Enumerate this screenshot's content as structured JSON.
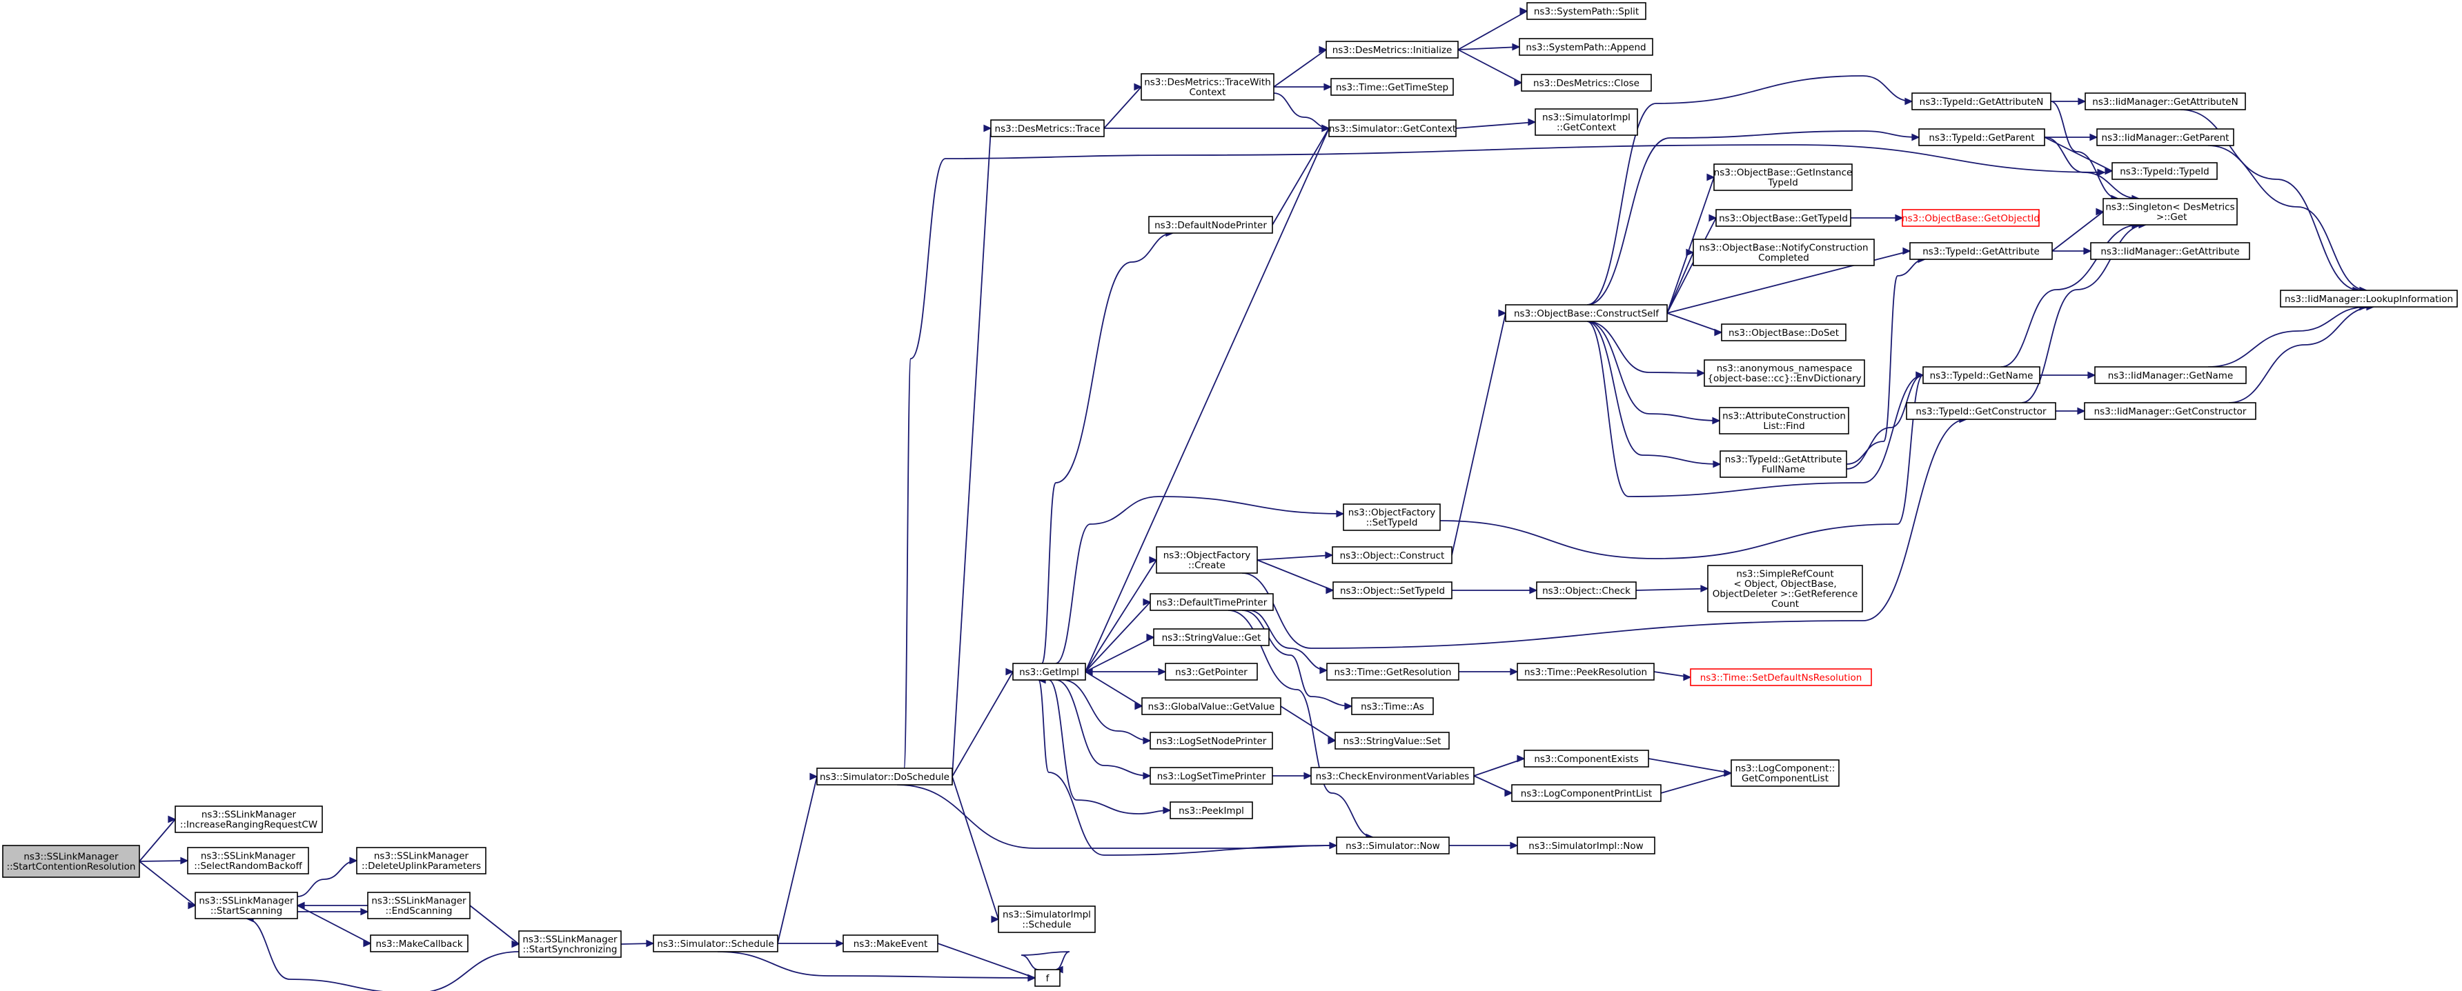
{
  "graph": {
    "edge_color": "#191970",
    "root_fill": "#bfbfbf",
    "error_color": "#ff0000",
    "nodes": [
      {
        "id": "root",
        "label": "ns3::SSLinkManager ::StartContentionResolution",
        "lines": [
          "ns3::SSLinkManager",
          "::StartContentionResolution"
        ],
        "root": true
      },
      {
        "id": "incRanging",
        "label": "ns3::SSLinkManager ::IncreaseRangingRequestCW",
        "lines": [
          "ns3::SSLinkManager",
          "::IncreaseRangingRequestCW"
        ]
      },
      {
        "id": "selRandom",
        "label": "ns3::SSLinkManager ::SelectRandomBackoff",
        "lines": [
          "ns3::SSLinkManager",
          "::SelectRandomBackoff"
        ]
      },
      {
        "id": "startScan",
        "label": "ns3::SSLinkManager ::StartScanning",
        "lines": [
          "ns3::SSLinkManager",
          "::StartScanning"
        ]
      },
      {
        "id": "delUplink",
        "label": "ns3::SSLinkManager ::DeleteUplinkParameters",
        "lines": [
          "ns3::SSLinkManager",
          "::DeleteUplinkParameters"
        ]
      },
      {
        "id": "endScan",
        "label": "ns3::SSLinkManager ::EndScanning",
        "lines": [
          "ns3::SSLinkManager",
          "::EndScanning"
        ]
      },
      {
        "id": "makeCb",
        "label": "ns3::MakeCallback",
        "lines": [
          "ns3::MakeCallback"
        ]
      },
      {
        "id": "startSync",
        "label": "ns3::SSLinkManager ::StartSynchronizing",
        "lines": [
          "ns3::SSLinkManager",
          "::StartSynchronizing"
        ]
      },
      {
        "id": "simSchedule",
        "label": "ns3::Simulator::Schedule",
        "lines": [
          "ns3::Simulator::Schedule"
        ]
      },
      {
        "id": "simDoSchedule",
        "label": "ns3::Simulator::DoSchedule",
        "lines": [
          "ns3::Simulator::DoSchedule"
        ]
      },
      {
        "id": "makeEvent",
        "label": "ns3::MakeEvent",
        "lines": [
          "ns3::MakeEvent"
        ]
      },
      {
        "id": "f",
        "label": "f",
        "lines": [
          "f"
        ]
      },
      {
        "id": "simImplSchedule",
        "label": "ns3::SimulatorImpl ::Schedule",
        "lines": [
          "ns3::SimulatorImpl",
          "::Schedule"
        ]
      },
      {
        "id": "desTrace",
        "label": "ns3::DesMetrics::Trace",
        "lines": [
          "ns3::DesMetrics::Trace"
        ]
      },
      {
        "id": "getImpl",
        "label": "ns3::GetImpl",
        "lines": [
          "ns3::GetImpl"
        ]
      },
      {
        "id": "defNodePrinter",
        "label": "ns3::DefaultNodePrinter",
        "lines": [
          "ns3::DefaultNodePrinter"
        ]
      },
      {
        "id": "objFactCreate",
        "label": "ns3::ObjectFactory ::Create",
        "lines": [
          "ns3::ObjectFactory",
          "::Create"
        ]
      },
      {
        "id": "defTimePrinter",
        "label": "ns3::DefaultTimePrinter",
        "lines": [
          "ns3::DefaultTimePrinter"
        ]
      },
      {
        "id": "strValGet",
        "label": "ns3::StringValue::Get",
        "lines": [
          "ns3::StringValue::Get"
        ]
      },
      {
        "id": "getPointer",
        "label": "ns3::GetPointer",
        "lines": [
          "ns3::GetPointer"
        ]
      },
      {
        "id": "globValGet",
        "label": "ns3::GlobalValue::GetValue",
        "lines": [
          "ns3::GlobalValue::GetValue"
        ]
      },
      {
        "id": "logSetNode",
        "label": "ns3::LogSetNodePrinter",
        "lines": [
          "ns3::LogSetNodePrinter"
        ]
      },
      {
        "id": "logSetTime",
        "label": "ns3::LogSetTimePrinter",
        "lines": [
          "ns3::LogSetTimePrinter"
        ]
      },
      {
        "id": "peekImpl",
        "label": "ns3::PeekImpl",
        "lines": [
          "ns3::PeekImpl"
        ]
      },
      {
        "id": "desTraceCtx",
        "label": "ns3::DesMetrics::TraceWith Context",
        "lines": [
          "ns3::DesMetrics::TraceWith",
          "Context"
        ]
      },
      {
        "id": "desInit",
        "label": "ns3::DesMetrics::Initialize",
        "lines": [
          "ns3::DesMetrics::Initialize"
        ]
      },
      {
        "id": "timeStep",
        "label": "ns3::Time::GetTimeStep",
        "lines": [
          "ns3::Time::GetTimeStep"
        ]
      },
      {
        "id": "simGetCtx",
        "label": "ns3::Simulator::GetContext",
        "lines": [
          "ns3::Simulator::GetContext"
        ]
      },
      {
        "id": "objFactSetType",
        "label": "ns3::ObjectFactory ::SetTypeId",
        "lines": [
          "ns3::ObjectFactory",
          "::SetTypeId"
        ]
      },
      {
        "id": "objConstruct",
        "label": "ns3::Object::Construct",
        "lines": [
          "ns3::Object::Construct"
        ]
      },
      {
        "id": "objSetType",
        "label": "ns3::Object::SetTypeId",
        "lines": [
          "ns3::Object::SetTypeId"
        ]
      },
      {
        "id": "timeGetRes",
        "label": "ns3::Time::GetResolution",
        "lines": [
          "ns3::Time::GetResolution"
        ]
      },
      {
        "id": "timeAs",
        "label": "ns3::Time::As",
        "lines": [
          "ns3::Time::As"
        ]
      },
      {
        "id": "strValSet",
        "label": "ns3::StringValue::Set",
        "lines": [
          "ns3::StringValue::Set"
        ]
      },
      {
        "id": "checkEnv",
        "label": "ns3::CheckEnvironmentVariables",
        "lines": [
          "ns3::CheckEnvironmentVariables"
        ]
      },
      {
        "id": "simNow",
        "label": "ns3::Simulator::Now",
        "lines": [
          "ns3::Simulator::Now"
        ]
      },
      {
        "id": "sysSplit",
        "label": "ns3::SystemPath::Split",
        "lines": [
          "ns3::SystemPath::Split"
        ]
      },
      {
        "id": "sysAppend",
        "label": "ns3::SystemPath::Append",
        "lines": [
          "ns3::SystemPath::Append"
        ]
      },
      {
        "id": "desClose",
        "label": "ns3::DesMetrics::Close",
        "lines": [
          "ns3::DesMetrics::Close"
        ]
      },
      {
        "id": "simImplGetCtx",
        "label": "ns3::SimulatorImpl ::GetContext",
        "lines": [
          "ns3::SimulatorImpl",
          "::GetContext"
        ]
      },
      {
        "id": "objBaseConstruct",
        "label": "ns3::ObjectBase::ConstructSelf",
        "lines": [
          "ns3::ObjectBase::ConstructSelf"
        ]
      },
      {
        "id": "objCheck",
        "label": "ns3::Object::Check",
        "lines": [
          "ns3::Object::Check"
        ]
      },
      {
        "id": "timePeekRes",
        "label": "ns3::Time::PeekResolution",
        "lines": [
          "ns3::Time::PeekResolution"
        ]
      },
      {
        "id": "compExists",
        "label": "ns3::ComponentExists",
        "lines": [
          "ns3::ComponentExists"
        ]
      },
      {
        "id": "logCompPrint",
        "label": "ns3::LogComponentPrintList",
        "lines": [
          "ns3::LogComponentPrintList"
        ]
      },
      {
        "id": "simImplNow",
        "label": "ns3::SimulatorImpl::Now",
        "lines": [
          "ns3::SimulatorImpl::Now"
        ]
      },
      {
        "id": "obGetInst",
        "label": "ns3::ObjectBase::GetInstance TypeId",
        "lines": [
          "ns3::ObjectBase::GetInstance",
          "TypeId"
        ]
      },
      {
        "id": "obGetType",
        "label": "ns3::ObjectBase::GetTypeId",
        "lines": [
          "ns3::ObjectBase::GetTypeId"
        ]
      },
      {
        "id": "obNotify",
        "label": "ns3::ObjectBase::NotifyConstruction Completed",
        "lines": [
          "ns3::ObjectBase::NotifyConstruction",
          "Completed"
        ]
      },
      {
        "id": "obDoSet",
        "label": "ns3::ObjectBase::DoSet",
        "lines": [
          "ns3::ObjectBase::DoSet"
        ]
      },
      {
        "id": "anonEnv",
        "label": "ns3::anonymous_namespace {object-base::cc}::EnvDictionary",
        "lines": [
          "ns3::anonymous_namespace",
          "{object-base::cc}::EnvDictionary"
        ]
      },
      {
        "id": "attrConstr",
        "label": "ns3::AttributeConstruction List::Find",
        "lines": [
          "ns3::AttributeConstruction",
          "List::Find"
        ]
      },
      {
        "id": "tidGetAttrFull",
        "label": "ns3::TypeId::GetAttribute FullName",
        "lines": [
          "ns3::TypeId::GetAttribute",
          "FullName"
        ]
      },
      {
        "id": "simpleRef",
        "label": "ns3::SimpleRefCount < Object, ObjectBase, ObjectDeleter >::GetReference Count",
        "lines": [
          "ns3::SimpleRefCount",
          "< Object, ObjectBase,",
          "ObjectDeleter >::GetReference",
          "Count"
        ]
      },
      {
        "id": "timeSetDefNs",
        "label": "ns3::Time::SetDefaultNsResolution",
        "lines": [
          "ns3::Time::SetDefaultNsResolution"
        ],
        "red": true
      },
      {
        "id": "logCompGetList",
        "label": "ns3::LogComponent:: GetComponentList",
        "lines": [
          "ns3::LogComponent::",
          "GetComponentList"
        ]
      },
      {
        "id": "obGetObjectId",
        "label": "ns3::ObjectBase::GetObjectId",
        "lines": [
          "ns3::ObjectBase::GetObjectId"
        ],
        "red": true
      },
      {
        "id": "tidGetAttrN",
        "label": "ns3::TypeId::GetAttributeN",
        "lines": [
          "ns3::TypeId::GetAttributeN"
        ]
      },
      {
        "id": "tidGetParent",
        "label": "ns3::TypeId::GetParent",
        "lines": [
          "ns3::TypeId::GetParent"
        ]
      },
      {
        "id": "tidGetAttr",
        "label": "ns3::TypeId::GetAttribute",
        "lines": [
          "ns3::TypeId::GetAttribute"
        ]
      },
      {
        "id": "tidGetName",
        "label": "ns3::TypeId::GetName",
        "lines": [
          "ns3::TypeId::GetName"
        ]
      },
      {
        "id": "tidGetConstr",
        "label": "ns3::TypeId::GetConstructor",
        "lines": [
          "ns3::TypeId::GetConstructor"
        ]
      },
      {
        "id": "iidGetAttrN",
        "label": "ns3::IidManager::GetAttributeN",
        "lines": [
          "ns3::IidManager::GetAttributeN"
        ]
      },
      {
        "id": "iidGetParent",
        "label": "ns3::IidManager::GetParent",
        "lines": [
          "ns3::IidManager::GetParent"
        ]
      },
      {
        "id": "tidTypeId",
        "label": "ns3::TypeId::TypeId",
        "lines": [
          "ns3::TypeId::TypeId"
        ]
      },
      {
        "id": "singletonGet",
        "label": "ns3::Singleton< DesMetrics >::Get",
        "lines": [
          "ns3::Singleton< DesMetrics",
          "  >::Get"
        ]
      },
      {
        "id": "iidGetAttr",
        "label": "ns3::IidManager::GetAttribute",
        "lines": [
          "ns3::IidManager::GetAttribute"
        ]
      },
      {
        "id": "iidGetName",
        "label": "ns3::IidManager::GetName",
        "lines": [
          "ns3::IidManager::GetName"
        ]
      },
      {
        "id": "iidGetConstr",
        "label": "ns3::IidManager::GetConstructor",
        "lines": [
          "ns3::IidManager::GetConstructor"
        ]
      },
      {
        "id": "iidLookup",
        "label": "ns3::IidManager::LookupInformation",
        "lines": [
          "ns3::IidManager::LookupInformation"
        ]
      }
    ]
  }
}
